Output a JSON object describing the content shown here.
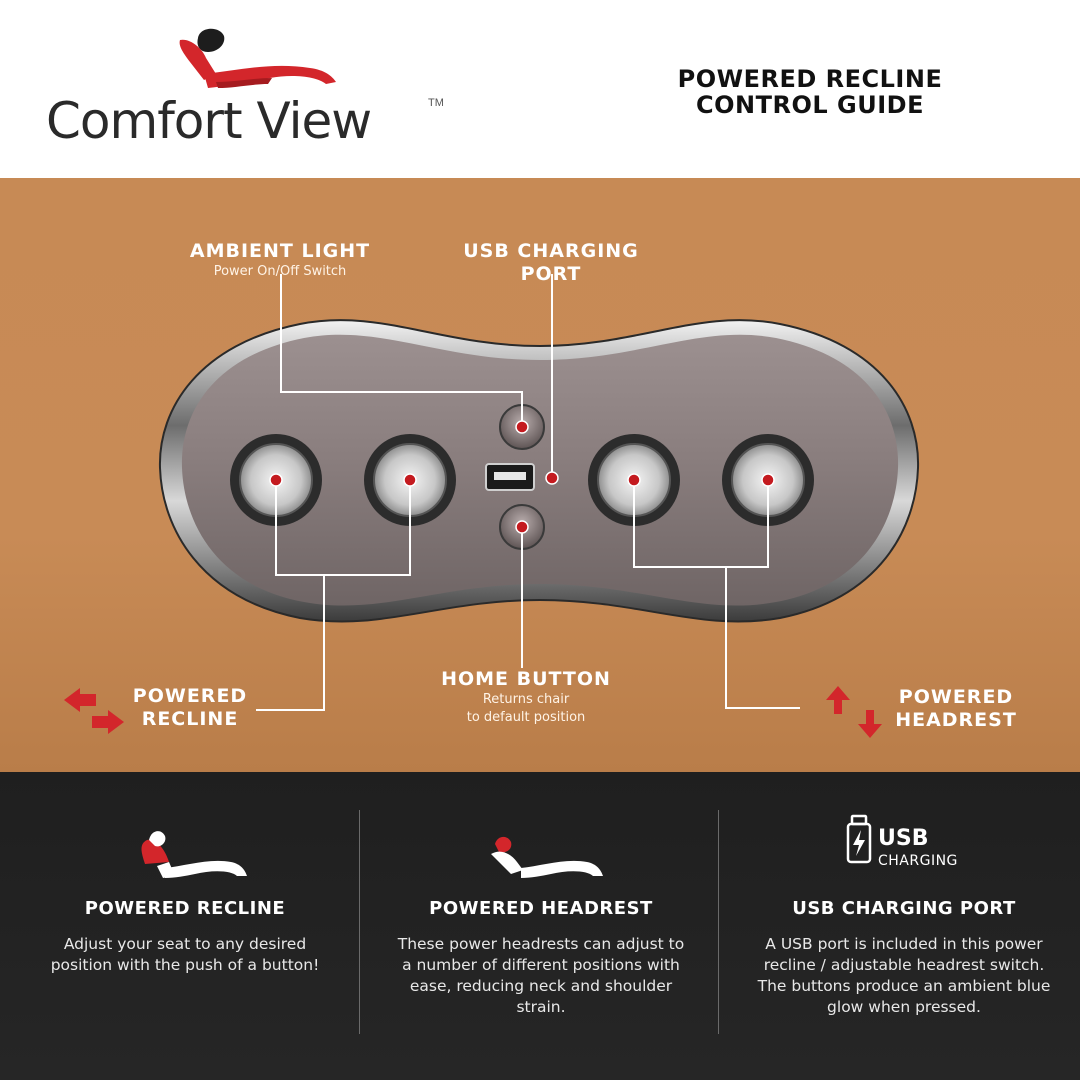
{
  "header": {
    "brand": "Comfort View",
    "trademark": "TM",
    "title_line1": "POWERED RECLINE",
    "title_line2": "CONTROL GUIDE"
  },
  "callouts": {
    "ambient_light": {
      "title": "AMBIENT LIGHT",
      "subtitle": "Power On/Off Switch"
    },
    "usb_port": {
      "title_line1": "USB CHARGING",
      "title_line2": "PORT"
    },
    "home_button": {
      "title": "HOME BUTTON",
      "subtitle_line1": "Returns chair",
      "subtitle_line2": "to default position"
    },
    "powered_recline": {
      "title_line1": "POWERED",
      "title_line2": "RECLINE"
    },
    "powered_headrest": {
      "title_line1": "POWERED",
      "title_line2": "HEADREST"
    }
  },
  "features": [
    {
      "title": "POWERED RECLINE",
      "text": "Adjust your seat to any desired position with the push of a button!"
    },
    {
      "title": "POWERED HEADREST",
      "text": "These power headrests can adjust to a number of different positions with ease, reducing neck and shoulder strain."
    },
    {
      "title": "USB CHARGING PORT",
      "text": "A USB port is included in this power recline / adjustable headrest switch. The buttons produce an ambient blue glow when pressed."
    }
  ],
  "usb_badge": {
    "word": "USB",
    "sub": "CHARGING"
  },
  "colors": {
    "accent_red": "#d3262b",
    "leather": "#c88b56",
    "dark": "#222222"
  },
  "icons": [
    "recliner-logo-icon",
    "recline-arrows-icon",
    "headrest-arrows-icon",
    "recliner-icon",
    "headrest-recliner-icon",
    "usb-battery-icon"
  ]
}
